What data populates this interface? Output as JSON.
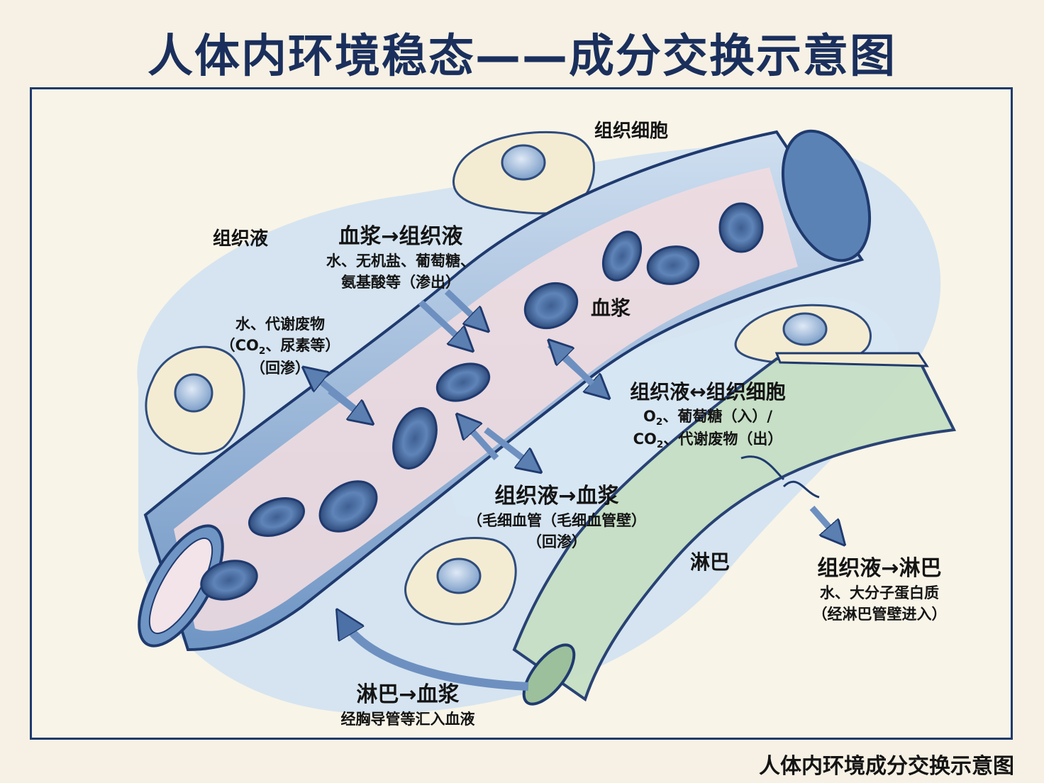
{
  "title": "人体内环境稳态——成分交换示意图",
  "footer": "人体内环境成分交换示意图",
  "labels": {
    "tissue_cell": "组织细胞",
    "tissue_fluid": "组织液",
    "plasma": "血浆",
    "lymph": "淋巴"
  },
  "exchanges": {
    "plasma_to_tissue": {
      "heading": "血浆→组织液",
      "line1": "水、无机盐、葡萄糖、",
      "line2": "氨基酸等（渗出）"
    },
    "return_left": {
      "line1": "水、代谢废物",
      "line2_pre": "（CO",
      "line2_sub": "2",
      "line2_post": "、尿素等）",
      "line3": "（回渗）"
    },
    "tissue_cell": {
      "heading": "组织液↔组织细胞",
      "line1_pre": "O",
      "line1_sub": "2",
      "line1_post": "、葡萄糖（入）/",
      "line2_pre": "CO",
      "line2_sub": "2",
      "line2_post": "、代谢废物（出）"
    },
    "tissue_to_plasma": {
      "heading": "组织液→血浆",
      "line1": "（毛细血管（毛细血管壁）",
      "line2": "（回渗）"
    },
    "tissue_to_lymph": {
      "heading": "组织液→淋巴",
      "line1": "水、大分子蛋白质",
      "line2": "（经淋巴管壁进入）"
    },
    "lymph_to_plasma": {
      "heading": "淋巴→血浆",
      "line1": "经胸导管等汇入血液"
    }
  },
  "colors": {
    "navy": "#1f3a6e",
    "vessel_blue": "#7fa2cc",
    "plasma_pink": "#f0dbe0",
    "lymph_green": "#c6dfc4",
    "fluid_blue": "#cfe1f1",
    "cell_fill": "#f4ecd2"
  }
}
